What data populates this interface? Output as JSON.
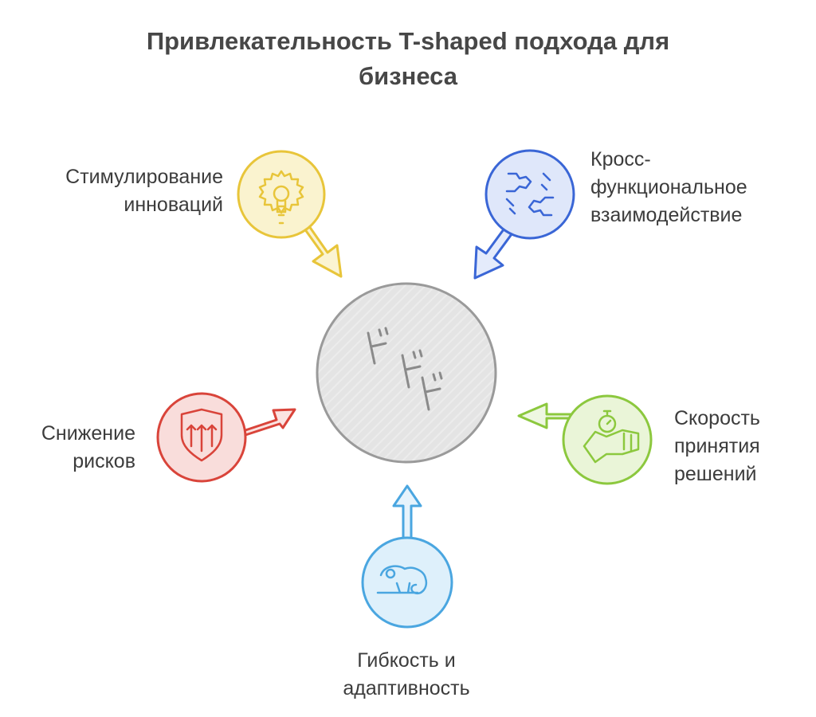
{
  "title": {
    "line1": "Привлекательность T-shaped подхода для",
    "line2": "бизнеса"
  },
  "center": {
    "icon": "t-shaped-steps-icon"
  },
  "nodes": [
    {
      "id": "innovation",
      "lines": [
        "Стимулирование",
        "инноваций"
      ],
      "color": "#e8c53a",
      "fill": "#faf3cf",
      "icon": "gear-lightbulb-icon"
    },
    {
      "id": "collaboration",
      "lines": [
        "Кросс-",
        "функциональное",
        "взаимодействие"
      ],
      "color": "#3a66d6",
      "fill": "#dfe7fa",
      "icon": "handshake-icon"
    },
    {
      "id": "speed",
      "lines": [
        "Скорость",
        "принятия",
        "решений"
      ],
      "color": "#8cc83e",
      "fill": "#eaf5d8",
      "icon": "fist-stopwatch-icon"
    },
    {
      "id": "flexibility",
      "lines": [
        "Гибкость и",
        "адаптивность"
      ],
      "color": "#4aa6e0",
      "fill": "#def0fb",
      "icon": "chameleon-icon"
    },
    {
      "id": "risk",
      "lines": [
        "Снижение",
        "рисков"
      ],
      "color": "#d9443a",
      "fill": "#f9dddb",
      "icon": "shield-arrows-icon"
    }
  ]
}
